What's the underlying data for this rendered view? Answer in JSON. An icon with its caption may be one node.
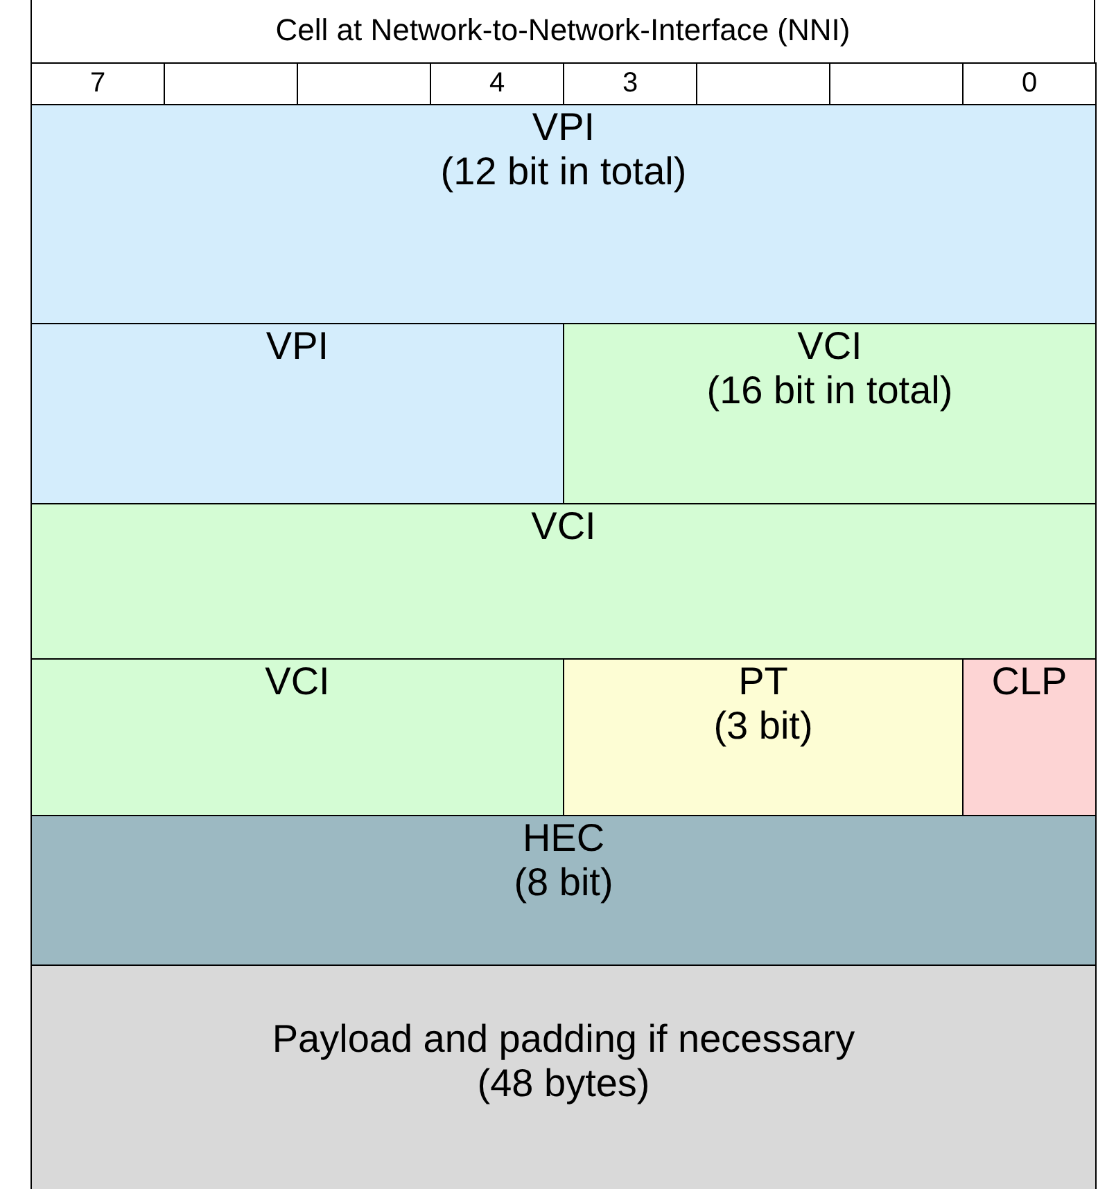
{
  "diagram": {
    "title": "Cell at Network-to-Network-Interface (NNI)",
    "nodes": [
      {
        "text": [
          "VPI",
          "(12 bit in total)"
        ]
      },
      {
        "text": [
          "VPI"
        ]
      },
      {
        "text": [
          "VCI",
          "(16 bit in total)"
        ]
      },
      {
        "text": [
          "VCI"
        ]
      },
      {
        "text": [
          "VCI"
        ]
      },
      {
        "text": [
          "PT",
          "(3 bit)"
        ]
      },
      {
        "text": [
          "CLP"
        ]
      },
      {
        "text": [
          "HEC",
          "(8 bit)"
        ]
      },
      {
        "text": [
          "Payload and padding if necessary",
          "(48 bytes)"
        ]
      }
    ],
    "labels": [
      "7",
      "4",
      "3",
      "0"
    ]
  }
}
